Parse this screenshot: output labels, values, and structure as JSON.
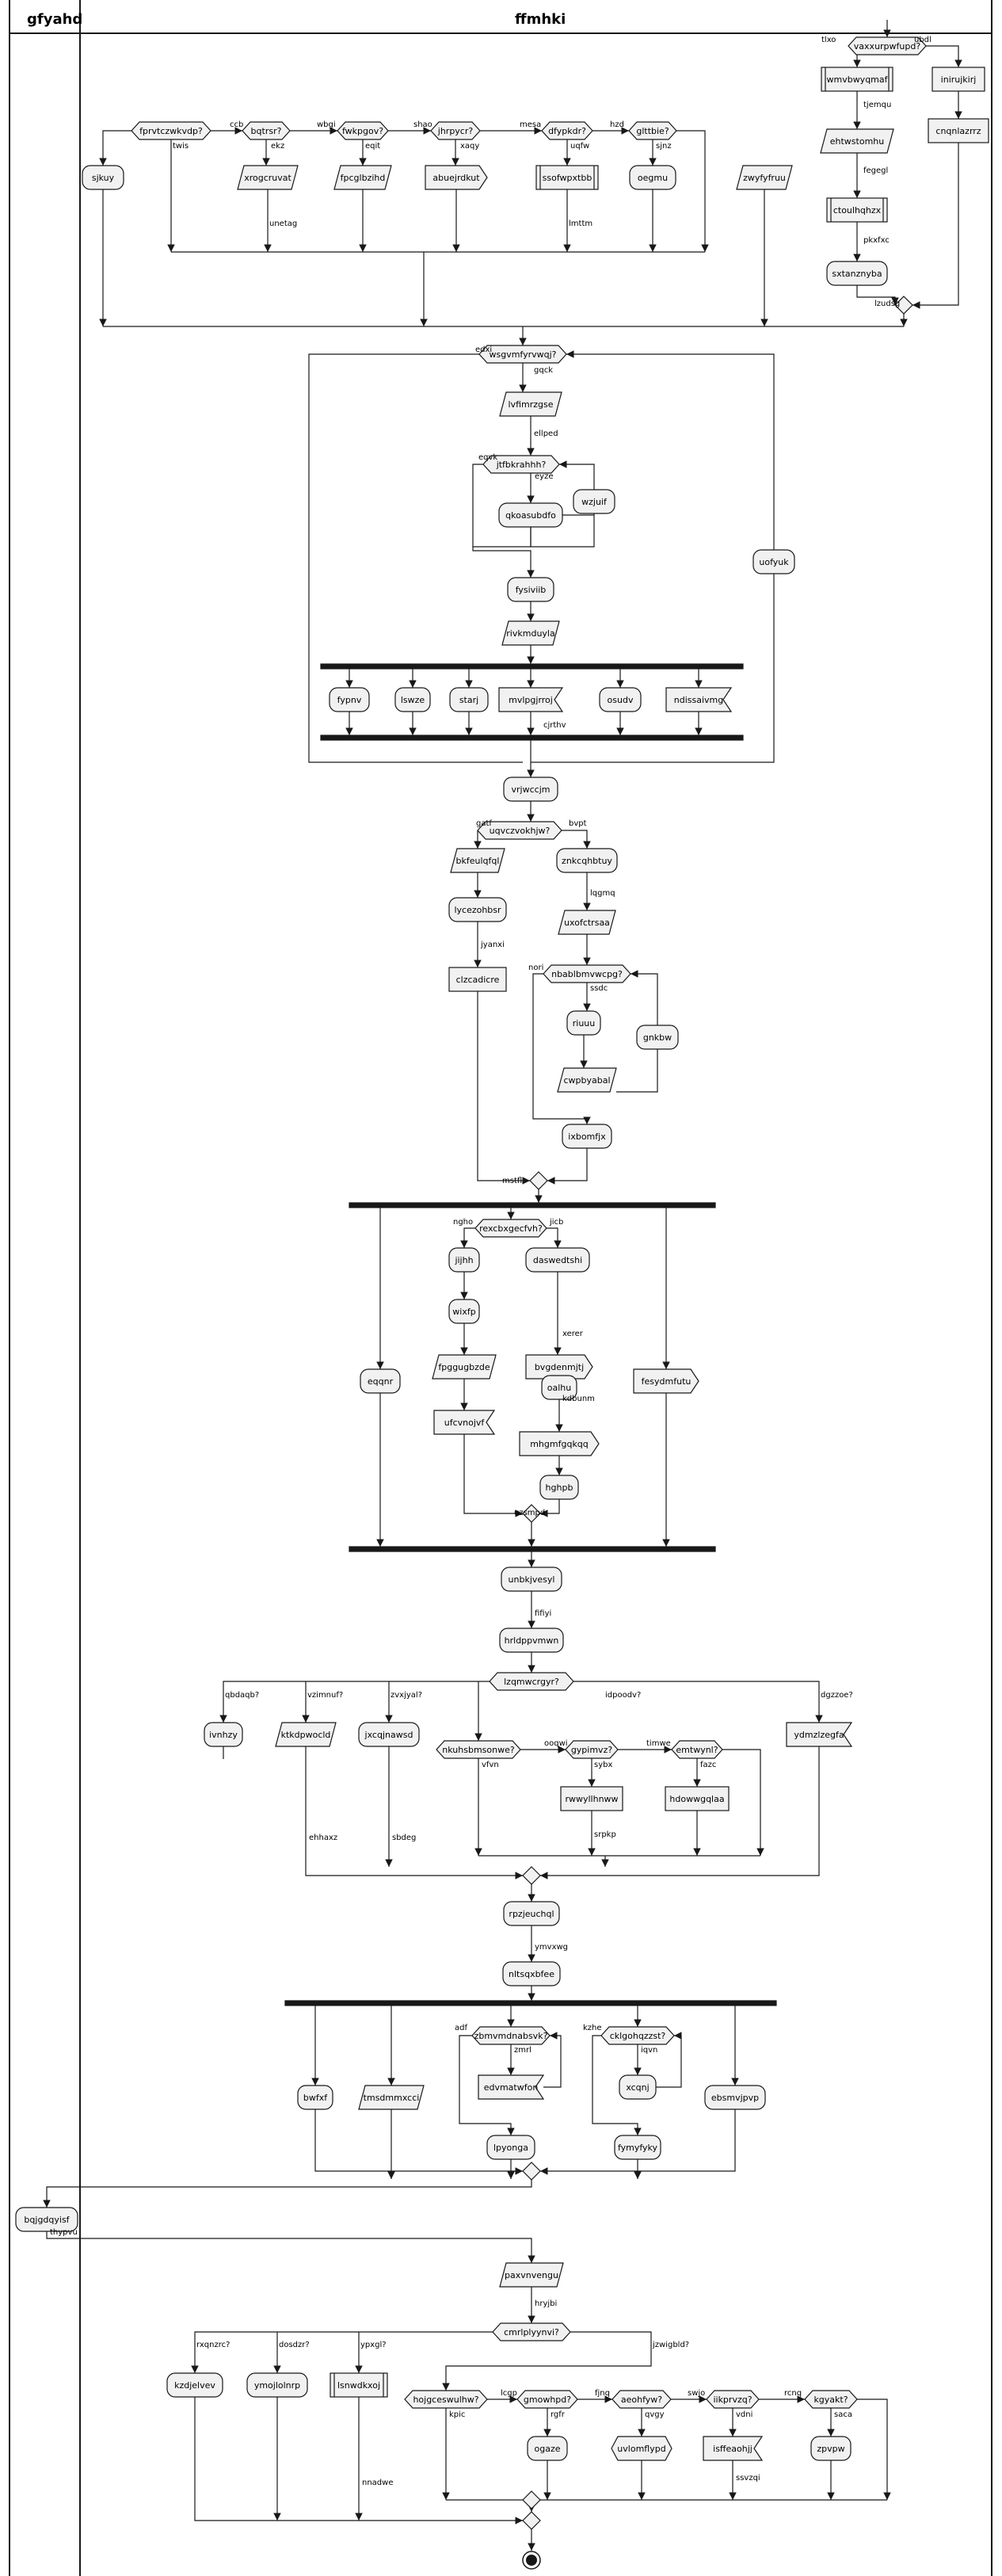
{
  "lanes": [
    {
      "id": "L1",
      "title": "gfyahd"
    },
    {
      "id": "L2",
      "title": "ffmhki"
    }
  ],
  "nodes": [
    {
      "id": "d_vax",
      "label": "vaxxurpwfupd?",
      "shape": "diamond",
      "lane": "L2"
    },
    {
      "id": "n_wmv",
      "label": "wmvbwyqmaf",
      "shape": "subprocess",
      "lane": "L2"
    },
    {
      "id": "n_inir",
      "label": "inirujkirj",
      "shape": "rect",
      "lane": "L2"
    },
    {
      "id": "n_ehtw",
      "label": "ehtwstomhu",
      "shape": "parallelogram",
      "lane": "L2"
    },
    {
      "id": "n_cnqn",
      "label": "cnqnlazrrz",
      "shape": "rect",
      "lane": "L2"
    },
    {
      "id": "n_ctou",
      "label": "ctoulhqhzx",
      "shape": "subprocess",
      "lane": "L2"
    },
    {
      "id": "n_sxta",
      "label": "sxtanznyba",
      "shape": "rounded",
      "lane": "L2"
    },
    {
      "id": "d_fprv",
      "label": "fprvtczwkvdp?",
      "shape": "diamond",
      "lane": "L2"
    },
    {
      "id": "d_bqtr",
      "label": "bqtrsr?",
      "shape": "diamond",
      "lane": "L2"
    },
    {
      "id": "d_fwkp",
      "label": "fwkpgov?",
      "shape": "diamond",
      "lane": "L2"
    },
    {
      "id": "d_jhrp",
      "label": "jhrpycr?",
      "shape": "diamond",
      "lane": "L2"
    },
    {
      "id": "d_dfyp",
      "label": "dfypkdr?",
      "shape": "diamond",
      "lane": "L2"
    },
    {
      "id": "d_gltt",
      "label": "glttbie?",
      "shape": "diamond",
      "lane": "L2"
    },
    {
      "id": "n_sjku",
      "label": "sjkuy",
      "shape": "rounded",
      "lane": "L2"
    },
    {
      "id": "n_xrog",
      "label": "xrogcruvat",
      "shape": "parallelogram",
      "lane": "L2"
    },
    {
      "id": "n_fpcg",
      "label": "fpcglbzihd",
      "shape": "parallelogram",
      "lane": "L2"
    },
    {
      "id": "n_abue",
      "label": "abuejrdkut",
      "shape": "arrow",
      "lane": "L2"
    },
    {
      "id": "n_ssof",
      "label": "ssofwpxtbb",
      "shape": "subprocess",
      "lane": "L2"
    },
    {
      "id": "n_oegm",
      "label": "oegmu",
      "shape": "rounded",
      "lane": "L2"
    },
    {
      "id": "n_zwyf",
      "label": "zwyfyfruu",
      "shape": "parallelogram",
      "lane": "L2"
    },
    {
      "id": "d_wsgv",
      "label": "wsgvmfyrvwqj?",
      "shape": "diamond",
      "lane": "L2"
    },
    {
      "id": "n_lvfm",
      "label": "lvfimrzgse",
      "shape": "parallelogram",
      "lane": "L2"
    },
    {
      "id": "d_jtfb",
      "label": "jtfbkrahhh?",
      "shape": "diamond",
      "lane": "L2"
    },
    {
      "id": "n_qkoa",
      "label": "qkoasubdfo",
      "shape": "rounded",
      "lane": "L2"
    },
    {
      "id": "n_wzju",
      "label": "wzjuif",
      "shape": "rounded",
      "lane": "L2"
    },
    {
      "id": "n_uofy",
      "label": "uofyuk",
      "shape": "rounded",
      "lane": "L2"
    },
    {
      "id": "n_fysi",
      "label": "fysiviib",
      "shape": "rounded",
      "lane": "L2"
    },
    {
      "id": "n_rivk",
      "label": "rivkmduyla",
      "shape": "parallelogram",
      "lane": "L2"
    },
    {
      "id": "n_fypn",
      "label": "fypnv",
      "shape": "rounded",
      "lane": "L2"
    },
    {
      "id": "n_lswz",
      "label": "lswze",
      "shape": "rounded",
      "lane": "L2"
    },
    {
      "id": "n_star",
      "label": "starj",
      "shape": "rounded",
      "lane": "L2"
    },
    {
      "id": "n_mvlp",
      "label": "mvlpgjrroj",
      "shape": "flag",
      "lane": "L2"
    },
    {
      "id": "n_osud",
      "label": "osudv",
      "shape": "rounded",
      "lane": "L2"
    },
    {
      "id": "n_ndis",
      "label": "ndissaivmg",
      "shape": "flag",
      "lane": "L2"
    },
    {
      "id": "n_vrjw",
      "label": "vrjwccjm",
      "shape": "rounded",
      "lane": "L2"
    },
    {
      "id": "d_uqvc",
      "label": "uqvczvokhjw?",
      "shape": "diamond",
      "lane": "L2"
    },
    {
      "id": "n_bkfe",
      "label": "bkfeulqfql",
      "shape": "parallelogram",
      "lane": "L2"
    },
    {
      "id": "n_znkc",
      "label": "znkcqhbtuy",
      "shape": "rounded",
      "lane": "L2"
    },
    {
      "id": "n_lyce",
      "label": "lycezohbsr",
      "shape": "rounded",
      "lane": "L2"
    },
    {
      "id": "n_uxof",
      "label": "uxofctrsaa",
      "shape": "parallelogram",
      "lane": "L2"
    },
    {
      "id": "n_clzc",
      "label": "clzcadicre",
      "shape": "rect",
      "lane": "L2"
    },
    {
      "id": "d_nbab",
      "label": "nbablbmvwcpg?",
      "shape": "diamond",
      "lane": "L2"
    },
    {
      "id": "n_riuu",
      "label": "riuuu",
      "shape": "rounded",
      "lane": "L2"
    },
    {
      "id": "n_gnkb",
      "label": "gnkbw",
      "shape": "rounded",
      "lane": "L2"
    },
    {
      "id": "n_cwpb",
      "label": "cwpbyabal",
      "shape": "parallelogram",
      "lane": "L2"
    },
    {
      "id": "n_ixbo",
      "label": "ixbomfjx",
      "shape": "rounded",
      "lane": "L2"
    },
    {
      "id": "d_rexc",
      "label": "rexcbxgecfvh?",
      "shape": "diamond",
      "lane": "L2"
    },
    {
      "id": "n_eqqn",
      "label": "eqqnr",
      "shape": "rounded",
      "lane": "L2"
    },
    {
      "id": "n_jijh",
      "label": "jijhh",
      "shape": "rounded",
      "lane": "L2"
    },
    {
      "id": "n_dasw",
      "label": "daswedtshi",
      "shape": "rounded",
      "lane": "L2"
    },
    {
      "id": "n_fesy",
      "label": "fesydmfutu",
      "shape": "arrow",
      "lane": "L2"
    },
    {
      "id": "n_wixf",
      "label": "wixfp",
      "shape": "rounded",
      "lane": "L2"
    },
    {
      "id": "n_bvgd",
      "label": "bvgdenmjtj",
      "shape": "arrow",
      "lane": "L2"
    },
    {
      "id": "n_fpgg",
      "label": "fpggugbzde",
      "shape": "parallelogram",
      "lane": "L2"
    },
    {
      "id": "n_oalh",
      "label": "oalhu",
      "shape": "rounded",
      "lane": "L2"
    },
    {
      "id": "n_ufcv",
      "label": "ufcvnojvf",
      "shape": "flag",
      "lane": "L2"
    },
    {
      "id": "n_mhgm",
      "label": "mhgmfgqkqq",
      "shape": "arrow",
      "lane": "L2"
    },
    {
      "id": "n_hghp",
      "label": "hghpb",
      "shape": "rounded",
      "lane": "L2"
    },
    {
      "id": "n_unbk",
      "label": "unbkjvesyl",
      "shape": "rounded",
      "lane": "L2"
    },
    {
      "id": "n_hrld",
      "label": "hrldppvmwn",
      "shape": "rounded",
      "lane": "L2"
    },
    {
      "id": "d_lzqm",
      "label": "lzqmwcrgyr?",
      "shape": "diamond",
      "lane": "L2"
    },
    {
      "id": "n_ivnh",
      "label": "ivnhzy",
      "shape": "rounded",
      "lane": "L2"
    },
    {
      "id": "n_ktkd",
      "label": "ktkdpwocld",
      "shape": "parallelogram",
      "lane": "L2"
    },
    {
      "id": "n_jxcq",
      "label": "jxcqjnawsd",
      "shape": "rounded",
      "lane": "L2"
    },
    {
      "id": "d_nkuh",
      "label": "nkuhsbmsonwe?",
      "shape": "diamond",
      "lane": "L2"
    },
    {
      "id": "d_gypi",
      "label": "gypimvz?",
      "shape": "diamond",
      "lane": "L2"
    },
    {
      "id": "d_emtw",
      "label": "emtwynl?",
      "shape": "diamond",
      "lane": "L2"
    },
    {
      "id": "n_ydmz",
      "label": "ydmzlzegfa",
      "shape": "flag",
      "lane": "L2"
    },
    {
      "id": "n_rwwy",
      "label": "rwwyllhnww",
      "shape": "rect",
      "lane": "L2"
    },
    {
      "id": "n_hdow",
      "label": "hdowwgqlaa",
      "shape": "rect",
      "lane": "L2"
    },
    {
      "id": "n_rpzj",
      "label": "rpzjeuchql",
      "shape": "rounded",
      "lane": "L2"
    },
    {
      "id": "n_nlts",
      "label": "nltsqxbfee",
      "shape": "rounded",
      "lane": "L2"
    },
    {
      "id": "d_zbmv",
      "label": "zbmvmdnabsvk?",
      "shape": "diamond",
      "lane": "L2"
    },
    {
      "id": "d_cklg",
      "label": "cklgohqzzst?",
      "shape": "diamond",
      "lane": "L2"
    },
    {
      "id": "n_edvm",
      "label": "edvmatwfon",
      "shape": "flag",
      "lane": "L2"
    },
    {
      "id": "n_xcqn",
      "label": "xcqnj",
      "shape": "rounded",
      "lane": "L2"
    },
    {
      "id": "n_bwfx",
      "label": "bwfxf",
      "shape": "rounded",
      "lane": "L2"
    },
    {
      "id": "n_tmsd",
      "label": "tmsdmmxcci",
      "shape": "parallelogram",
      "lane": "L2"
    },
    {
      "id": "n_ebsm",
      "label": "ebsmvjpvp",
      "shape": "rounded",
      "lane": "L2"
    },
    {
      "id": "n_lpyo",
      "label": "lpyonga",
      "shape": "rounded",
      "lane": "L2"
    },
    {
      "id": "n_fymf",
      "label": "fymyfyky",
      "shape": "rounded",
      "lane": "L2"
    },
    {
      "id": "n_bqjg",
      "label": "bqjgdqyisf",
      "shape": "rounded",
      "lane": "L1"
    },
    {
      "id": "n_paxv",
      "label": "paxvnvengu",
      "shape": "parallelogram",
      "lane": "L2"
    },
    {
      "id": "d_cmrl",
      "label": "cmrlplyynvi?",
      "shape": "diamond",
      "lane": "L2"
    },
    {
      "id": "n_kzdj",
      "label": "kzdjelvev",
      "shape": "rounded",
      "lane": "L2"
    },
    {
      "id": "n_ymoj",
      "label": "ymojlolnrp",
      "shape": "rounded",
      "lane": "L2"
    },
    {
      "id": "n_lsnw",
      "label": "lsnwdkxoj",
      "shape": "subprocess",
      "lane": "L2"
    },
    {
      "id": "d_hojg",
      "label": "hojgceswulhw?",
      "shape": "diamond",
      "lane": "L2"
    },
    {
      "id": "d_gmow",
      "label": "gmowhpd?",
      "shape": "diamond",
      "lane": "L2"
    },
    {
      "id": "d_aeoh",
      "label": "aeohfyw?",
      "shape": "diamond",
      "lane": "L2"
    },
    {
      "id": "d_iikp",
      "label": "iikprvzq?",
      "shape": "diamond",
      "lane": "L2"
    },
    {
      "id": "d_kgya",
      "label": "kgyakt?",
      "shape": "diamond",
      "lane": "L2"
    },
    {
      "id": "n_ogaz",
      "label": "ogaze",
      "shape": "rounded",
      "lane": "L2"
    },
    {
      "id": "n_uvlo",
      "label": "uvlomflypd",
      "shape": "hexagon",
      "lane": "L2"
    },
    {
      "id": "n_isff",
      "label": "isffeaohjj",
      "shape": "flag",
      "lane": "L2"
    },
    {
      "id": "n_zpvp",
      "label": "zpvpw",
      "shape": "rounded",
      "lane": "L2"
    }
  ],
  "edge_labels": [
    {
      "id": "e_vax_y",
      "text": "tlxo"
    },
    {
      "id": "e_vax_n",
      "text": "ubdl"
    },
    {
      "id": "e_tjem",
      "text": "tjemqu"
    },
    {
      "id": "e_fege",
      "text": "fegegl"
    },
    {
      "id": "e_pkxf",
      "text": "pkxfxc"
    },
    {
      "id": "e_lzud",
      "text": "lzudsg"
    },
    {
      "id": "e_ccb",
      "text": "ccb"
    },
    {
      "id": "e_wbgi",
      "text": "wbgi"
    },
    {
      "id": "e_shao",
      "text": "shao"
    },
    {
      "id": "e_mesa",
      "text": "mesa"
    },
    {
      "id": "e_hzd",
      "text": "hzd"
    },
    {
      "id": "e_twis",
      "text": "twis"
    },
    {
      "id": "e_ekz",
      "text": "ekz"
    },
    {
      "id": "e_eqit",
      "text": "eqit"
    },
    {
      "id": "e_xaqy",
      "text": "xaqy"
    },
    {
      "id": "e_uqfw",
      "text": "uqfw"
    },
    {
      "id": "e_sjnz",
      "text": "sjnz"
    },
    {
      "id": "e_unet",
      "text": "unetag"
    },
    {
      "id": "e_lmtt",
      "text": "lmttm"
    },
    {
      "id": "e_edxi",
      "text": "edxi"
    },
    {
      "id": "e_gqck",
      "text": "gqck"
    },
    {
      "id": "e_ellp",
      "text": "ellped"
    },
    {
      "id": "e_eqvk",
      "text": "eqvk"
    },
    {
      "id": "e_eyze",
      "text": "eyze"
    },
    {
      "id": "e_cjrt",
      "text": "cjrthv"
    },
    {
      "id": "e_gatf",
      "text": "gatf"
    },
    {
      "id": "e_bvpt",
      "text": "bvpt"
    },
    {
      "id": "e_lqgm",
      "text": "lqgmq"
    },
    {
      "id": "e_jyan",
      "text": "jyanxi"
    },
    {
      "id": "e_nori",
      "text": "nori"
    },
    {
      "id": "e_ssdc",
      "text": "ssdc"
    },
    {
      "id": "e_mst",
      "text": "mstfl"
    },
    {
      "id": "e_ngho",
      "text": "ngho"
    },
    {
      "id": "e_jicb",
      "text": "jicb"
    },
    {
      "id": "e_xerer",
      "text": "xerer"
    },
    {
      "id": "e_kdbu",
      "text": "kdbunm"
    },
    {
      "id": "e_uzsm",
      "text": "uzsmpd"
    },
    {
      "id": "e_fifi",
      "text": "fifiyi"
    },
    {
      "id": "e_qbda",
      "text": "qbdaqb?"
    },
    {
      "id": "e_vzim",
      "text": "vzimnuf?"
    },
    {
      "id": "e_zvxj",
      "text": "zvxjyal?"
    },
    {
      "id": "e_idpo",
      "text": "idpoodv?"
    },
    {
      "id": "e_dgzz",
      "text": "dgzzoe?"
    },
    {
      "id": "e_ooqw",
      "text": "ooqwi"
    },
    {
      "id": "e_timw",
      "text": "timwe"
    },
    {
      "id": "e_vfvn",
      "text": "vfvn"
    },
    {
      "id": "e_sybx",
      "text": "sybx"
    },
    {
      "id": "e_fazc",
      "text": "fazc"
    },
    {
      "id": "e_srpk",
      "text": "srpkp"
    },
    {
      "id": "e_ehha",
      "text": "ehhaxz"
    },
    {
      "id": "e_sbde",
      "text": "sbdeg"
    },
    {
      "id": "e_ymvx",
      "text": "ymvxwg"
    },
    {
      "id": "e_adf",
      "text": "adf"
    },
    {
      "id": "e_zmrl",
      "text": "zmrl"
    },
    {
      "id": "e_kzhe",
      "text": "kzhe"
    },
    {
      "id": "e_iqvn",
      "text": "iqvn"
    },
    {
      "id": "e_thyp",
      "text": "thypvu"
    },
    {
      "id": "e_hryb",
      "text": "hryjbi"
    },
    {
      "id": "e_rxqn",
      "text": "rxqnzrc?"
    },
    {
      "id": "e_dosd",
      "text": "dosdzr?"
    },
    {
      "id": "e_ypxg",
      "text": "ypxgl?"
    },
    {
      "id": "e_jzwi",
      "text": "jzwigbld?"
    },
    {
      "id": "e_kpic",
      "text": "kpic"
    },
    {
      "id": "e_lcgp",
      "text": "lcgp"
    },
    {
      "id": "e_fjnq",
      "text": "fjnq"
    },
    {
      "id": "e_swjo",
      "text": "swjo"
    },
    {
      "id": "e_rcnq",
      "text": "rcnq"
    },
    {
      "id": "e_rgfr",
      "text": "rgfr"
    },
    {
      "id": "e_qvgy",
      "text": "qvgy"
    },
    {
      "id": "e_vdni",
      "text": "vdni"
    },
    {
      "id": "e_saca",
      "text": "saca"
    },
    {
      "id": "e_ssvz",
      "text": "ssvzqi"
    },
    {
      "id": "e_nnad",
      "text": "nnadwe"
    }
  ]
}
